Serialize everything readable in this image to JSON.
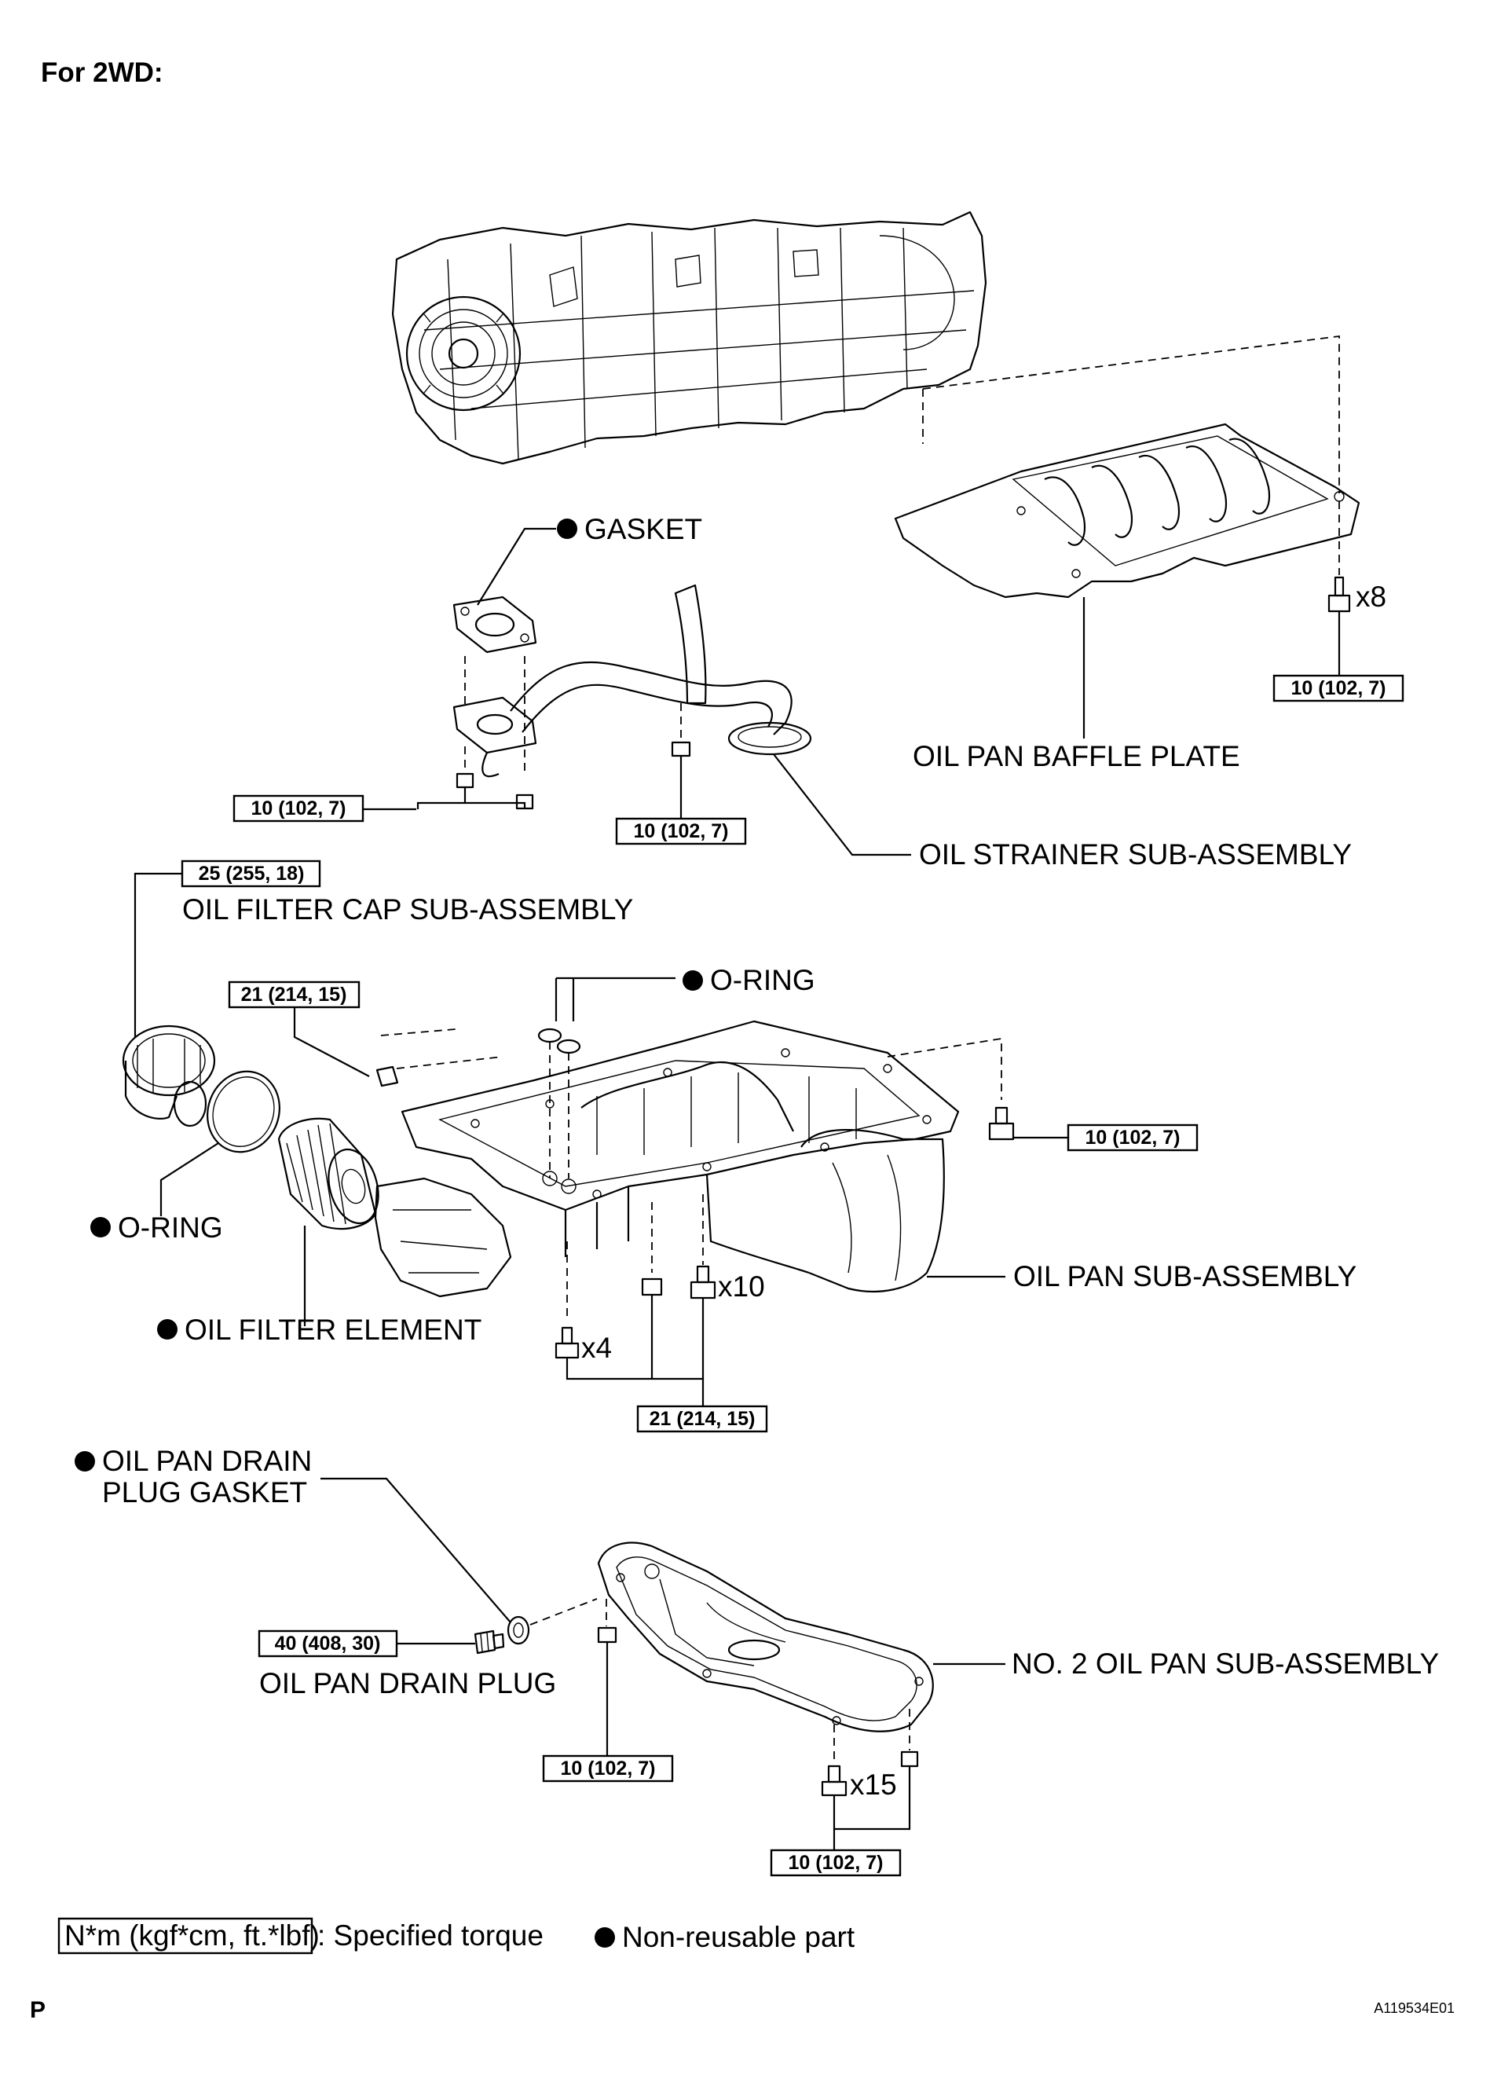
{
  "header": {
    "title": "For 2WD:"
  },
  "labels": {
    "gasket": "GASKET",
    "oil_pan_baffle_plate": "OIL PAN BAFFLE PLATE",
    "oil_strainer": "OIL STRAINER SUB-ASSEMBLY",
    "oil_filter_cap": "OIL FILTER CAP SUB-ASSEMBLY",
    "o_ring_top": "O-RING",
    "o_ring_left": "O-RING",
    "oil_filter_element": "OIL FILTER ELEMENT",
    "oil_pan": "OIL PAN SUB-ASSEMBLY",
    "drain_gasket_line1": "OIL PAN DRAIN",
    "drain_gasket_line2": "PLUG GASKET",
    "drain_plug": "OIL PAN DRAIN PLUG",
    "no2_oil_pan": "NO. 2 OIL PAN SUB-ASSEMBLY"
  },
  "quantities": {
    "baffle_bolts": "x8",
    "pan_bolts_10": "x10",
    "pan_bolts_4": "x4",
    "no2_pan_bolts": "x15"
  },
  "torques": {
    "baffle": "10 (102, 7)",
    "strainer_left": "10 (102, 7)",
    "strainer_right": "10 (102, 7)",
    "filter_cap": "25 (255, 18)",
    "pan_stud": "21 (214, 15)",
    "pan_right": "10 (102, 7)",
    "pan_bottom": "21 (214, 15)",
    "drain_plug": "40 (408, 30)",
    "no2_left": "10 (102, 7)",
    "no2_bottom": "10 (102, 7)"
  },
  "legend": {
    "torque_unit": "N*m (kgf*cm, ft.*lbf)",
    "torque_text": ": Specified torque",
    "nonreusable_text": "Non-reusable part"
  },
  "footer": {
    "left": "P",
    "code": "A119534E01"
  }
}
